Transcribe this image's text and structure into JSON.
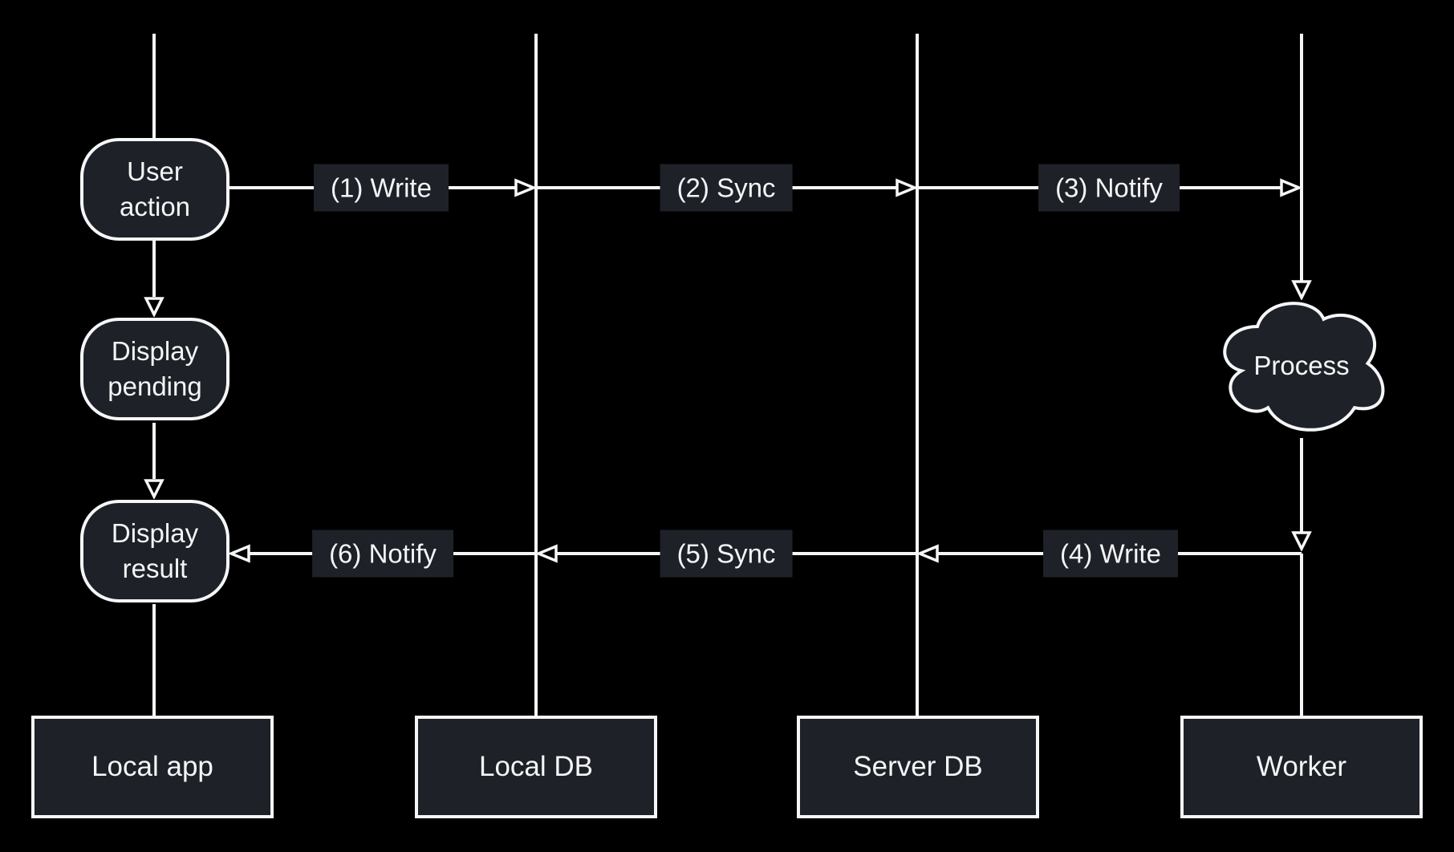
{
  "colors": {
    "bg": "#000000",
    "stroke": "#f5f6f7",
    "fill": "#1e2127",
    "text": "#f4f5f6"
  },
  "diagram": {
    "type": "flow-sequence-diagram",
    "background": "black",
    "nodes": [
      {
        "id": "user-action",
        "label": "User action",
        "shape": "rounded-rect"
      },
      {
        "id": "display-pending",
        "label": "Display pending",
        "shape": "rounded-rect"
      },
      {
        "id": "display-result",
        "label": "Display result",
        "shape": "rounded-rect"
      },
      {
        "id": "process",
        "label": "Process",
        "shape": "cloud"
      }
    ],
    "actors": [
      {
        "id": "local-app",
        "label": "Local app"
      },
      {
        "id": "local-db",
        "label": "Local DB"
      },
      {
        "id": "server-db",
        "label": "Server DB"
      },
      {
        "id": "worker",
        "label": "Worker"
      }
    ],
    "edges": [
      {
        "id": "e1",
        "label": "(1) Write",
        "from": "User action",
        "to": "Local DB",
        "direction": "right"
      },
      {
        "id": "e2",
        "label": "(2) Sync",
        "from": "Local DB",
        "to": "Server DB",
        "direction": "right"
      },
      {
        "id": "e3",
        "label": "(3) Notify",
        "from": "Server DB",
        "to": "Worker",
        "direction": "right"
      },
      {
        "id": "e4",
        "label": "(4) Write",
        "from": "Worker",
        "to": "Server DB",
        "direction": "left"
      },
      {
        "id": "e5",
        "label": "(5) Sync",
        "from": "Server DB",
        "to": "Local DB",
        "direction": "left"
      },
      {
        "id": "e6",
        "label": "(6) Notify",
        "from": "Local DB",
        "to": "Display result",
        "direction": "left"
      }
    ]
  }
}
